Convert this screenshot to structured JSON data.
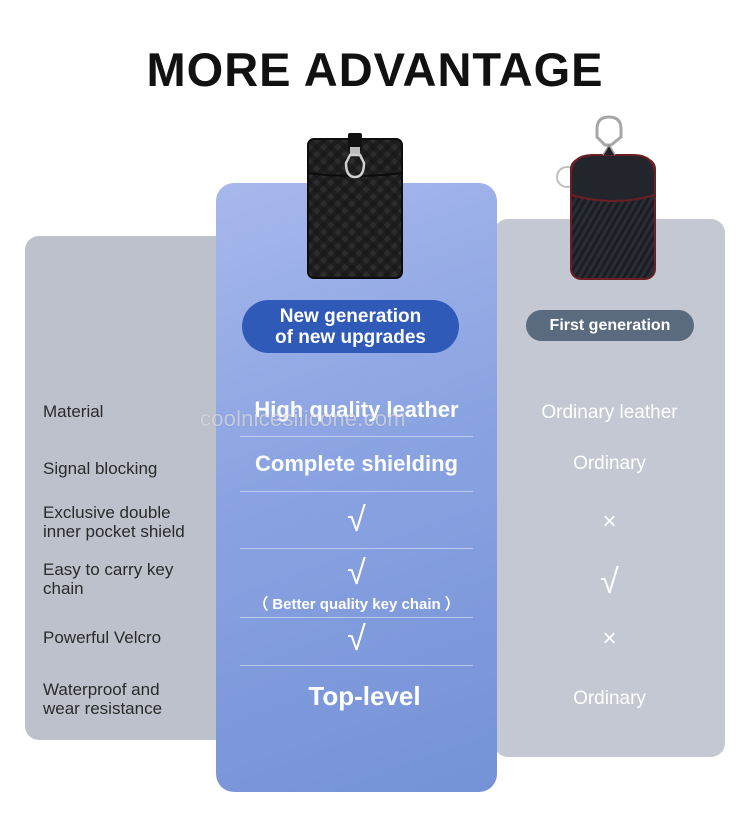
{
  "title": "MORE ADVANTAGE",
  "badges": {
    "new_line1": "New generation",
    "new_line2": "of new upgrades",
    "first": "First generation"
  },
  "watermark": "coolnicesilicone.com",
  "rows": [
    {
      "label": "Material",
      "new": "High quality leather",
      "first": "Ordinary leather"
    },
    {
      "label": "Signal blocking",
      "new": "Complete shielding",
      "first": "Ordinary"
    },
    {
      "label_line1": "Exclusive double",
      "label_line2": "inner pocket shield",
      "new": "√",
      "first": "×"
    },
    {
      "label_line1": "Easy to carry key",
      "label_line2": "chain",
      "new": "√",
      "new_note": "（ Better quality key chain ）",
      "first": "√"
    },
    {
      "label": "Powerful Velcro",
      "new": "√",
      "first": "×"
    },
    {
      "label_line1": "Waterproof and",
      "label_line2": "wear resistance",
      "new": "Top-level",
      "first": "Ordinary"
    }
  ],
  "colors": {
    "new_badge": "#2f5ab7",
    "first_badge": "#5a6a7f",
    "left_panel": "#bcc1cc",
    "right_panel": "#c3c8d2"
  },
  "icons": {
    "new_product": "woven-leather-pouch-icon",
    "old_product": "carbon-pouch-icon"
  }
}
